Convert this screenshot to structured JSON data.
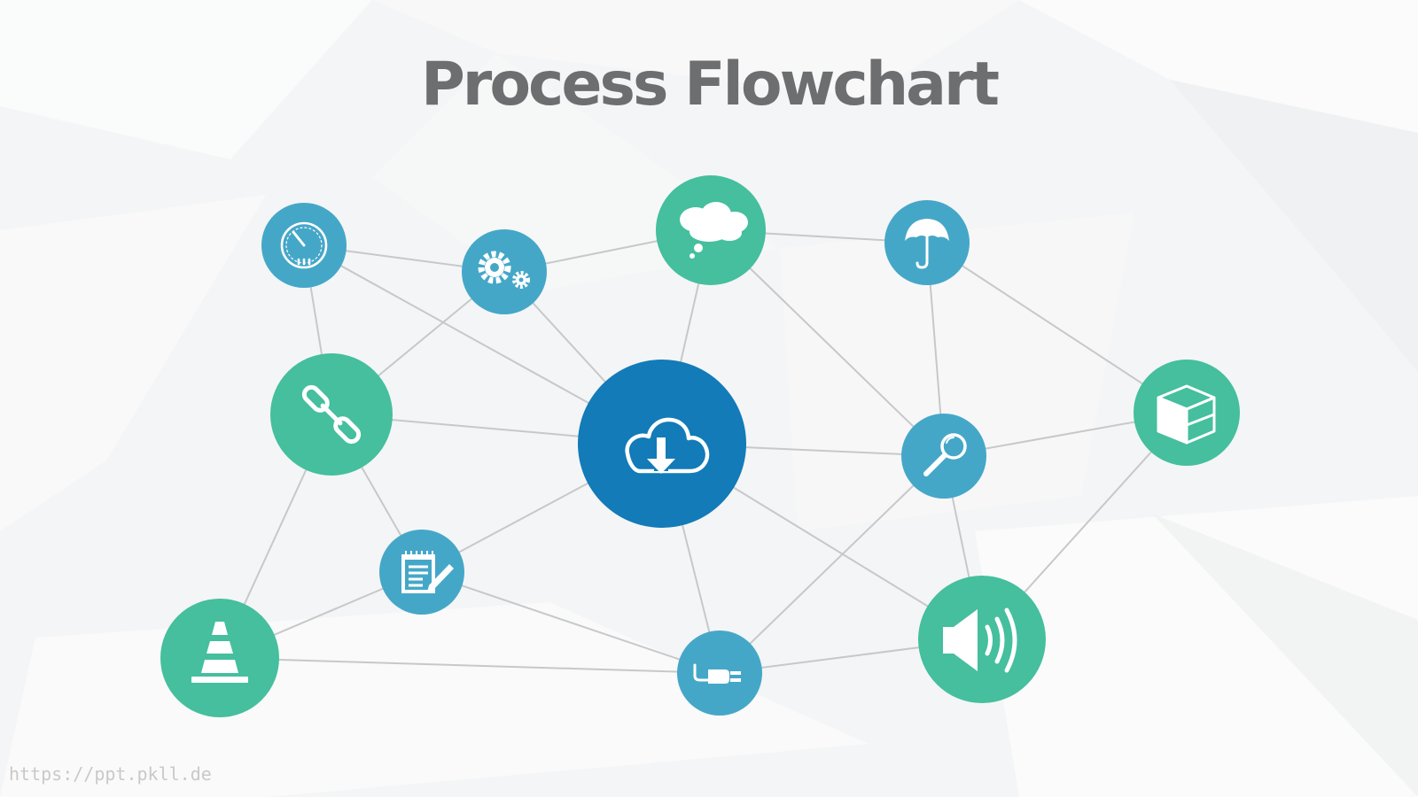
{
  "slide": {
    "title": "Process Flowchart",
    "footer": "https://ppt.pkll.de"
  },
  "colors": {
    "teal": "#45bf9e",
    "light_blue": "#45a7c8",
    "dark_blue": "#127bb8",
    "line": "#c6c8ca",
    "icon": "#ffffff"
  },
  "nodes": [
    {
      "id": "speedometer",
      "icon": "speedometer-icon",
      "color": "light_blue"
    },
    {
      "id": "gears",
      "icon": "gears-icon",
      "color": "light_blue"
    },
    {
      "id": "thought",
      "icon": "thought-cloud-icon",
      "color": "teal"
    },
    {
      "id": "umbrella",
      "icon": "umbrella-icon",
      "color": "light_blue"
    },
    {
      "id": "chain",
      "icon": "chain-link-icon",
      "color": "teal"
    },
    {
      "id": "cloud",
      "icon": "cloud-download-icon",
      "color": "dark_blue"
    },
    {
      "id": "magnifier",
      "icon": "magnifier-icon",
      "color": "light_blue"
    },
    {
      "id": "cube",
      "icon": "cube-icon",
      "color": "teal"
    },
    {
      "id": "notepad",
      "icon": "notepad-pencil-icon",
      "color": "light_blue"
    },
    {
      "id": "cone",
      "icon": "traffic-cone-icon",
      "color": "teal"
    },
    {
      "id": "plug",
      "icon": "power-plug-icon",
      "color": "light_blue"
    },
    {
      "id": "speaker",
      "icon": "speaker-icon",
      "color": "teal"
    }
  ],
  "edges": [
    [
      "speedometer",
      "gears"
    ],
    [
      "speedometer",
      "chain"
    ],
    [
      "speedometer",
      "cloud"
    ],
    [
      "gears",
      "thought"
    ],
    [
      "gears",
      "chain"
    ],
    [
      "gears",
      "cloud"
    ],
    [
      "thought",
      "cloud"
    ],
    [
      "thought",
      "umbrella"
    ],
    [
      "thought",
      "magnifier"
    ],
    [
      "umbrella",
      "magnifier"
    ],
    [
      "umbrella",
      "cube"
    ],
    [
      "chain",
      "cloud"
    ],
    [
      "chain",
      "notepad"
    ],
    [
      "chain",
      "cone"
    ],
    [
      "cloud",
      "magnifier"
    ],
    [
      "cloud",
      "notepad"
    ],
    [
      "cloud",
      "plug"
    ],
    [
      "cloud",
      "speaker"
    ],
    [
      "magnifier",
      "cube"
    ],
    [
      "magnifier",
      "speaker"
    ],
    [
      "magnifier",
      "plug"
    ],
    [
      "cube",
      "speaker"
    ],
    [
      "notepad",
      "cone"
    ],
    [
      "notepad",
      "plug"
    ],
    [
      "cone",
      "plug"
    ],
    [
      "plug",
      "speaker"
    ]
  ]
}
